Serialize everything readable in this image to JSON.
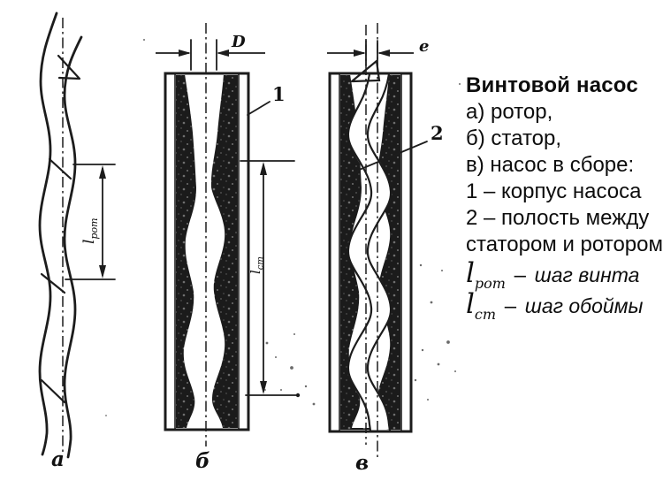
{
  "colors": {
    "ink": "#1c1c1c",
    "paper": "#ffffff"
  },
  "legend": {
    "title": "Винтовой насос",
    "items": [
      "а) ротор,",
      "б) статор,",
      "в) насос в сборе:",
      "1 – корпус насоса",
      "2 – полость между",
      "статором и ротором"
    ],
    "formulas": [
      {
        "symbol": "l",
        "sub": "рот",
        "dash": "–",
        "text": "шаг винта"
      },
      {
        "symbol": "l",
        "sub": "ст",
        "dash": "–",
        "text": "шаг обоймы"
      }
    ]
  },
  "figures": {
    "rotor": {
      "caption": "а",
      "pitch_symbol": "l",
      "pitch_sub": "рот"
    },
    "stator": {
      "caption": "б",
      "diameter_label": "D",
      "callout_number": "1",
      "pitch_symbol": "l",
      "pitch_sub": "ст"
    },
    "assembly": {
      "caption": "в",
      "eccentricity_label": "e",
      "callout_number": "2"
    }
  }
}
